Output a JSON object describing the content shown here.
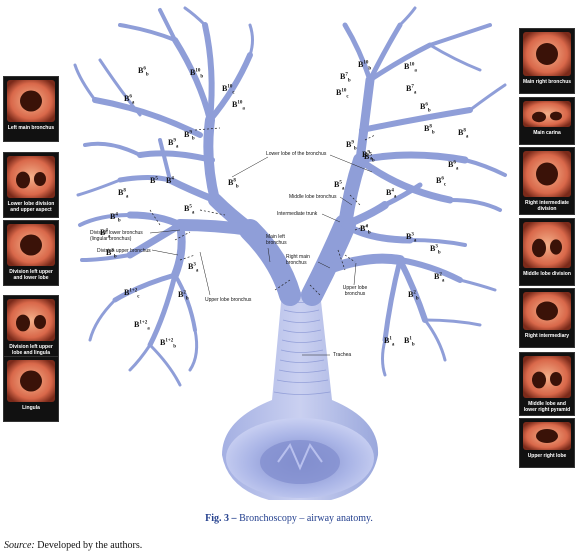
{
  "left_thumbs": [
    {
      "label": "Left main bronchus"
    },
    {
      "label": "Lower lobe division and upper aspect"
    },
    {
      "label": "Division left upper and lower lobe"
    },
    {
      "label": "Division left upper lobe and lingula"
    },
    {
      "label": "Lingula"
    }
  ],
  "right_thumbs": [
    {
      "label": "Main right bronchus"
    },
    {
      "label": "Main carina"
    },
    {
      "label": "Right intermediate division"
    },
    {
      "label": "Middle lobe division"
    },
    {
      "label": "Right intermediary"
    },
    {
      "label": "Middle lobe and lower right pyramid"
    },
    {
      "label": "Upper right lobe"
    }
  ],
  "annotations": {
    "lower_lobe": "Lower lobe of the bronchus",
    "middle_lobe": "Middle lobe bronchus",
    "intermediate_trunk": "Intermediate trunk",
    "main_left": "Main left bronchus",
    "right_main": "Right main bronchus",
    "upper_lobe_right": "Upper lobe bronchus",
    "upper_lobe_left": "Upper lobe bronchus",
    "division_lower": "Division lower bronchus (lingular bronchus)",
    "division_upper": "Division upper bronchus",
    "trachea": "Trachea"
  },
  "segment_labels": [
    {
      "b": "B",
      "sup": "6",
      "sub": "b"
    },
    {
      "b": "B",
      "sup": "10",
      "sub": "b"
    },
    {
      "b": "B",
      "sup": "6",
      "sub": "a"
    },
    {
      "b": "B",
      "sup": "10",
      "sub": "c"
    },
    {
      "b": "B",
      "sup": "10",
      "sub": "a"
    },
    {
      "b": "B",
      "sup": "9",
      "sub": "b"
    },
    {
      "b": "B",
      "sup": "9",
      "sub": "a"
    },
    {
      "b": "B",
      "sup": "8",
      "sub": "b"
    },
    {
      "b": "B",
      "sup": "5",
      "sub": ""
    },
    {
      "b": "B",
      "sup": "4",
      "sub": ""
    },
    {
      "b": "B",
      "sup": "8",
      "sub": "a"
    },
    {
      "b": "B",
      "sup": "4",
      "sub": "b"
    },
    {
      "b": "B",
      "sup": "5",
      "sub": "a"
    },
    {
      "b": "B",
      "sup": "4",
      "sub": "a"
    },
    {
      "b": "B",
      "sup": "3",
      "sub": "b"
    },
    {
      "b": "B",
      "sup": "3",
      "sub": "a"
    },
    {
      "b": "B",
      "sup": "1+2",
      "sub": "c"
    },
    {
      "b": "B",
      "sup": "2",
      "sub": "b"
    },
    {
      "b": "B",
      "sup": "1+2",
      "sub": "a"
    },
    {
      "b": "B",
      "sup": "1+2",
      "sub": "b"
    },
    {
      "b": "B",
      "sup": "10",
      "sub": "b"
    },
    {
      "b": "B",
      "sup": "10",
      "sub": "a"
    },
    {
      "b": "B",
      "sup": "7",
      "sub": "b"
    },
    {
      "b": "B",
      "sup": "7",
      "sub": "a"
    },
    {
      "b": "B",
      "sup": "10",
      "sub": "c"
    },
    {
      "b": "B",
      "sup": "6",
      "sub": "b"
    },
    {
      "b": "B",
      "sup": "8",
      "sub": "b"
    },
    {
      "b": "B",
      "sup": "8",
      "sub": "a"
    },
    {
      "b": "B",
      "sup": "9",
      "sub": "b"
    },
    {
      "b": "B",
      "sup": "9",
      "sub": "a"
    },
    {
      "b": "B",
      "sup": "5",
      "sub": "b"
    },
    {
      "b": "B",
      "sup": "6",
      "sub": "a"
    },
    {
      "b": "B",
      "sup": "6",
      "sub": "c"
    },
    {
      "b": "B",
      "sup": "5",
      "sub": "a"
    },
    {
      "b": "B",
      "sup": "4",
      "sub": "a"
    },
    {
      "b": "B",
      "sup": "4",
      "sub": "b"
    },
    {
      "b": "B",
      "sup": "3",
      "sub": "a"
    },
    {
      "b": "B",
      "sup": "3",
      "sub": "b"
    },
    {
      "b": "B",
      "sup": "2",
      "sub": "a"
    },
    {
      "b": "B",
      "sup": "2",
      "sub": "b"
    },
    {
      "b": "B",
      "sup": "1",
      "sub": "a"
    },
    {
      "b": "B",
      "sup": "1",
      "sub": "b"
    }
  ],
  "caption": {
    "fig": "Fig. 3 –",
    "text": "Bronchoscopy – airway anatomy."
  },
  "source": {
    "label": "Source:",
    "text": "Developed by the authors."
  },
  "colors": {
    "airway": "#8f9ed8",
    "airway_light": "#c5cdf0",
    "airway_dark": "#6f7fc4",
    "caption": "#24408e"
  }
}
